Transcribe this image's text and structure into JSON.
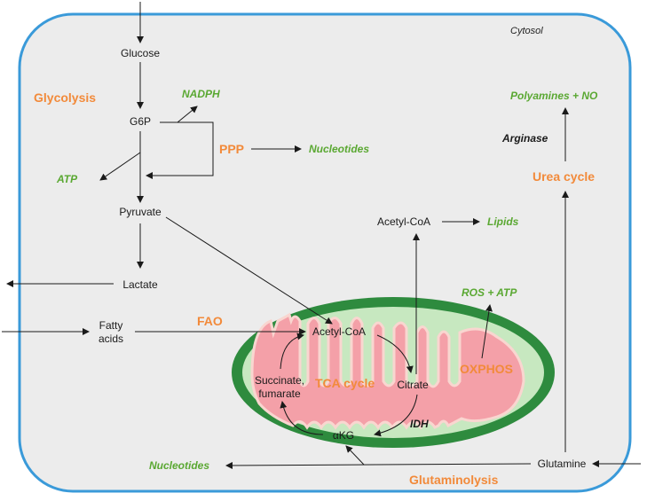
{
  "compartment": "Cytosol",
  "metabolites": {
    "glucose": "Glucose",
    "g6p": "G6P",
    "pyruvate": "Pyruvate",
    "lactate": "Lactate",
    "fatty_acids_1": "Fatty",
    "fatty_acids_2": "acids",
    "acetyl_coa_cyto": "Acetyl-CoA",
    "acetyl_coa_mito": "Acetyl-CoA",
    "citrate": "Citrate",
    "akg": "αKG",
    "succ_1": "Succinate,",
    "succ_2": "fumarate",
    "glutamine": "Glutamine"
  },
  "products": {
    "nadph": "NADPH",
    "nucleotides_ppp": "Nucleotides",
    "atp": "ATP",
    "lipids": "Lipids",
    "ros_atp": "ROS + ATP",
    "nucleotides_glut": "Nucleotides",
    "polyamines": "Polyamines + NO"
  },
  "pathways": {
    "glycolysis": "Glycolysis",
    "ppp": "PPP",
    "fao": "FAO",
    "tca": "TCA cycle",
    "oxphos": "OXPHOS",
    "glutaminolysis": "Glutaminolysis",
    "urea": "Urea cycle"
  },
  "enzymes": {
    "arginase": "Arginase",
    "idh": "IDH"
  },
  "colors": {
    "cell_border": "#3a9ad9",
    "cytosol": "#ececec",
    "mito_outer": "#2e8b3e",
    "mito_matrix": "#c7e8c0",
    "cristae": "#f4a0a8",
    "pathway_orange": "#f28a3a",
    "product_green": "#5aa832"
  }
}
